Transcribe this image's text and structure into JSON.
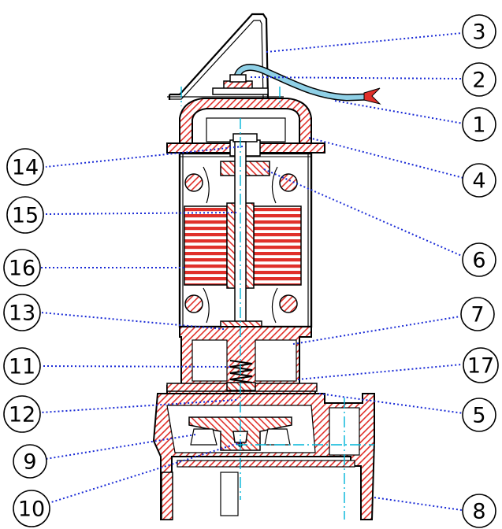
{
  "colors": {
    "hatch": "#e0302a",
    "leader": "#1a2bd6",
    "centerline": "#00b5d9",
    "cable": "#8fd0e6",
    "outline": "#000000"
  },
  "callouts": {
    "c1": "1",
    "c2": "2",
    "c3": "3",
    "c4": "4",
    "c5": "5",
    "c6": "6",
    "c7": "7",
    "c8": "8",
    "c9": "9",
    "c10": "10",
    "c11": "11",
    "c12": "12",
    "c13": "13",
    "c14": "14",
    "c15": "15",
    "c16": "16",
    "c17": "17"
  }
}
